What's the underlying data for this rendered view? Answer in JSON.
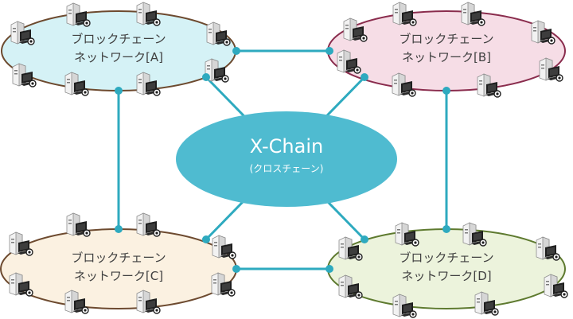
{
  "hub": {
    "title": "X-Chain",
    "subtitle": "(クロスチェーン)",
    "color": "#4fbbd0"
  },
  "link_color": "#2eaabf",
  "networks": [
    {
      "id": "a",
      "line1": "ブロックチェーン",
      "line2": "ネットワーク[A]",
      "fill": "#d5f2f6",
      "stroke": "#6d4a2f"
    },
    {
      "id": "b",
      "line1": "ブロックチェーン",
      "line2": "ネットワーク[B]",
      "fill": "#f6dde6",
      "stroke": "#8a2c4d"
    },
    {
      "id": "c",
      "line1": "ブロックチェーン",
      "line2": "ネットワーク[C]",
      "fill": "#fbf1e1",
      "stroke": "#6d4a2f"
    },
    {
      "id": "d",
      "line1": "ブロックチェーン",
      "line2": "ネットワーク[D]",
      "fill": "#ecf3dc",
      "stroke": "#5e7a2f"
    }
  ],
  "node_icon": "server-computer-icon"
}
